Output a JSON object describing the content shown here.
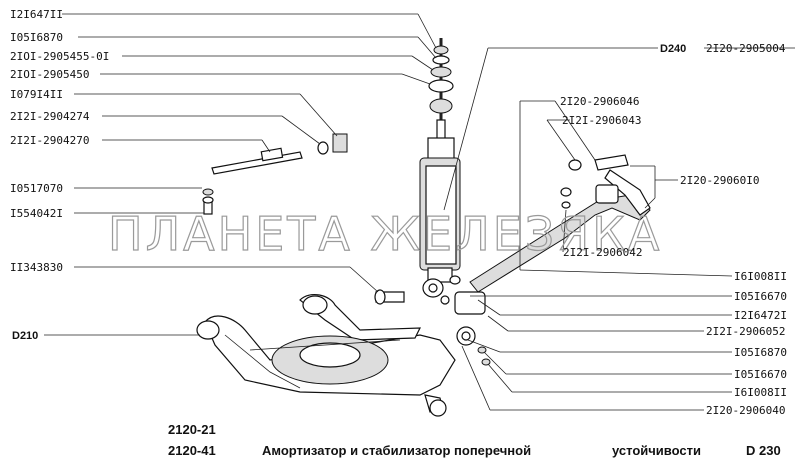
{
  "labels_left": [
    "I2I647II",
    "I05I6870",
    "2IOI-2905455-0I",
    "2IOI-2905450",
    "I079I4II",
    "2I2I-2904274",
    "2I2I-2904270",
    "I0517070",
    "I554042I",
    "II343830",
    "D210"
  ],
  "labels_top_right": [
    "D240",
    "2I20-2905004"
  ],
  "labels_right": [
    "2I20-2906046",
    "2I2I-2906043",
    "2I20-29060I0",
    "2I2I-2906042",
    "I6I008II",
    "I05I6670",
    "I2I6472I",
    "2I2I-2906052",
    "I05I6870",
    "I05I6670",
    "I6I008II",
    "2I20-2906040"
  ],
  "watermark": "ПЛАНЕТА ЖЕЛЕЗЯКА",
  "footer": {
    "model_1": "2120-21",
    "model_2": "2120-41",
    "caption": "Амортизатор и стабилизатор поперечной",
    "caption_2": "устойчивости",
    "code": "D 230"
  }
}
